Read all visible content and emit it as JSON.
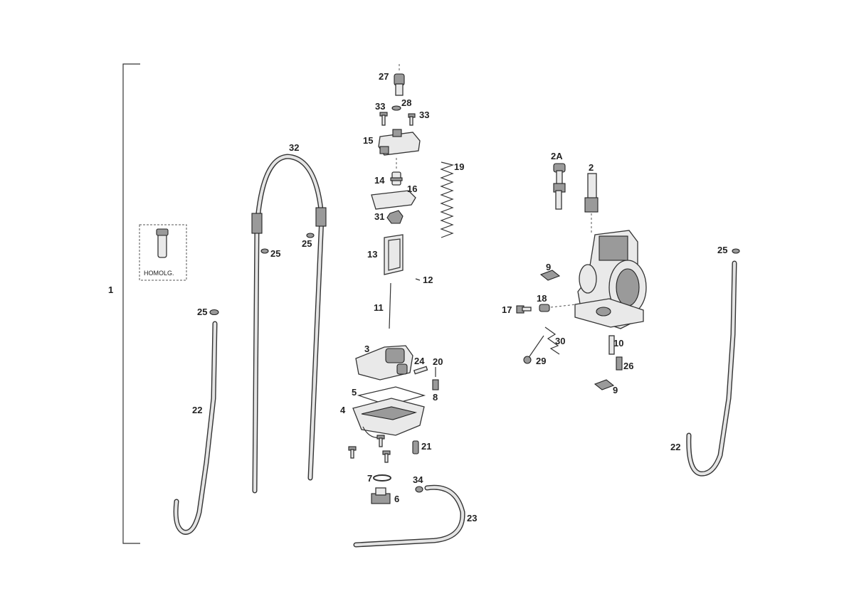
{
  "diagram": {
    "callouts": {
      "assembly": "1",
      "complete_carb": "2",
      "throttle_stop": "2A",
      "float_bowl_top": "3",
      "float_bowl": "4",
      "gasket": "5",
      "drain_plug": "6",
      "o_ring": "7",
      "pilot_jet": "8",
      "clip_a": "9",
      "clip_b": "9",
      "jet_10": "10",
      "needle": "11",
      "clip_12": "12",
      "slide": "13",
      "valve_14": "14",
      "cap": "15",
      "cap_gasket": "16",
      "screw_17": "17",
      "spring_18": "18",
      "spring_19": "19",
      "part_20": "20",
      "screw_21": "21",
      "hose_left": "22",
      "hose_right": "22",
      "hose_23": "23",
      "pin_24": "24",
      "clamp_a": "25",
      "clamp_b": "25",
      "clamp_c": "25",
      "clamp_d": "25",
      "jet_26": "26",
      "adjuster_27": "27",
      "washer_28": "28",
      "screw_29": "29",
      "spring_30": "30",
      "nut_31": "31",
      "hose_32": "32",
      "screw_33a": "33",
      "screw_33b": "33",
      "fitting_34": "34"
    },
    "homolog_label": "HOMOLG."
  }
}
